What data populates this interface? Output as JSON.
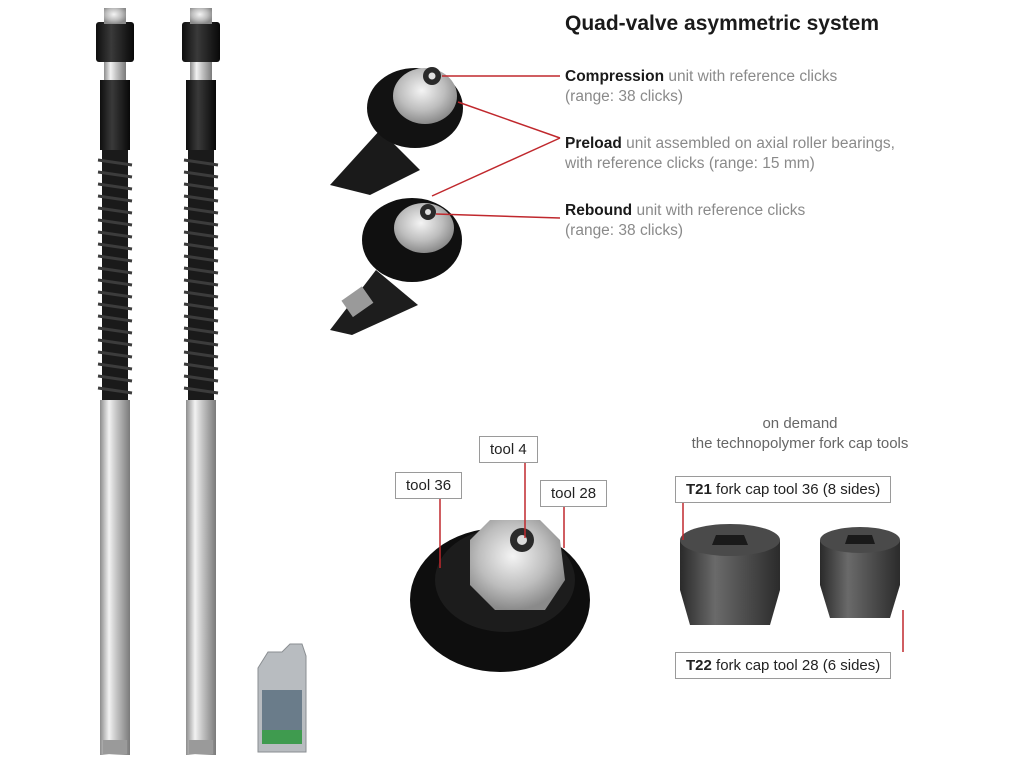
{
  "title": "Quad-valve asymmetric system",
  "features": [
    {
      "name": "Compression",
      "text": " unit with reference clicks",
      "detail": "(range: 38 clicks)"
    },
    {
      "name": "Preload",
      "text": " unit assembled on axial roller bearings,",
      "detail": "with reference clicks (range: 15 mm)"
    },
    {
      "name": "Rebound",
      "text": " unit with reference clicks",
      "detail": "(range: 38 clicks)"
    }
  ],
  "tools": {
    "tool4": "tool 4",
    "tool36": "tool 36",
    "tool28": "tool 28"
  },
  "on_demand": {
    "line1": "on demand",
    "line2": "the technopolymer fork cap tools"
  },
  "cap_tools": [
    {
      "code": "T21",
      "desc": " fork cap tool 36 (8 sides)"
    },
    {
      "code": "T22",
      "desc": " fork cap tool 28 (6 sides)"
    }
  ],
  "colors": {
    "accent_line": "#c0282d",
    "text_dark": "#1a1a1a",
    "text_gray": "#8a8a8a"
  }
}
